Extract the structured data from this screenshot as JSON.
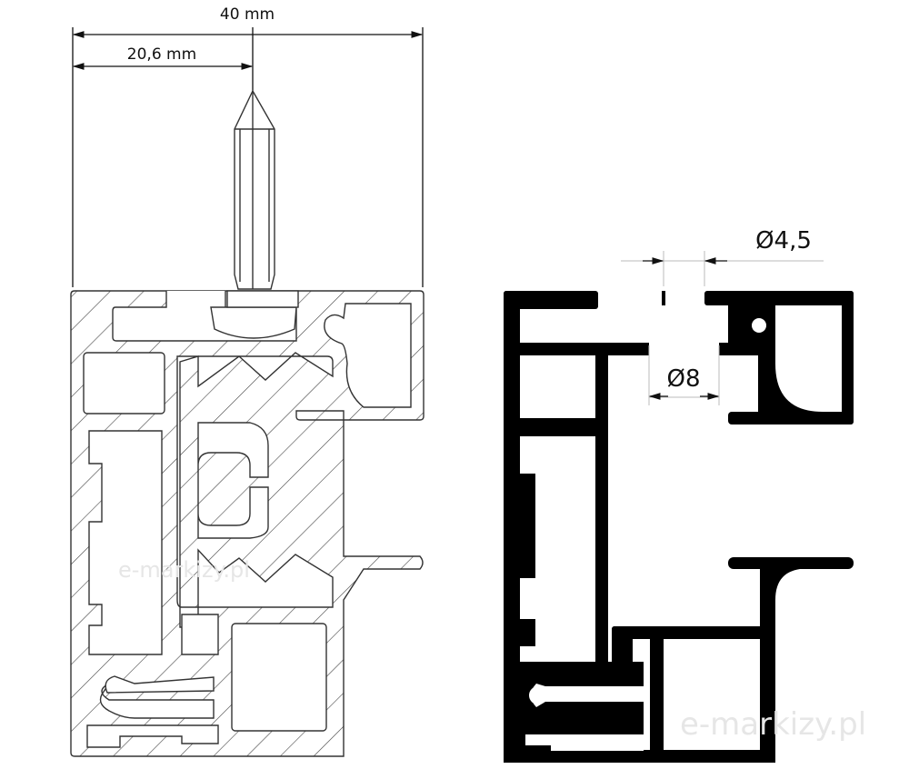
{
  "dimensions": {
    "overall_width": "40 mm",
    "pin_offset": "20,6 mm",
    "hole_small": "Ø4,5",
    "hole_large": "Ø8"
  },
  "watermark": {
    "left": "e-markizy.pl",
    "right": "e-markizy.pl"
  },
  "colors": {
    "profile_fill": "#000000",
    "outline": "#333333",
    "background": "#ffffff"
  }
}
